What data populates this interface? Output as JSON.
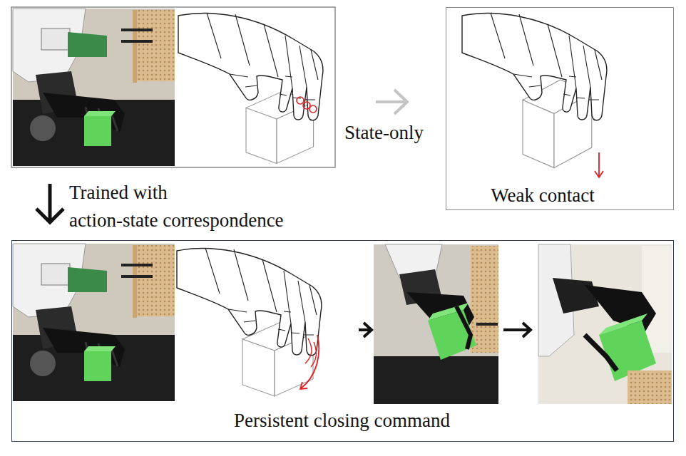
{
  "diagram": {
    "nodes": [
      {
        "text": [
          "Weak contact"
        ]
      },
      {
        "text": [
          "Persistent closing command"
        ]
      }
    ],
    "labels": [
      "State-only",
      "Trained with action-state correspondence"
    ]
  }
}
